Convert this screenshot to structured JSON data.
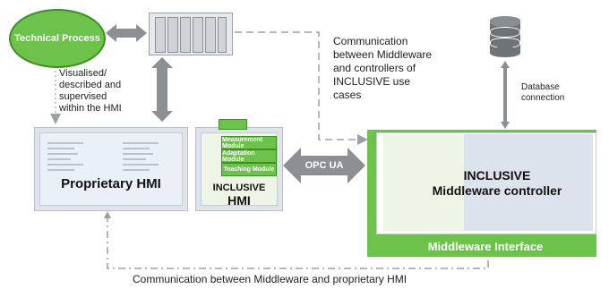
{
  "technical_process": "Technical Process",
  "visualised_note": [
    "Visualised/",
    "described and",
    "supervised",
    "within the HMI"
  ],
  "communication_controllers": [
    "Communication",
    "between Middleware",
    "and controllers of",
    "INCLUSIVE use",
    "cases"
  ],
  "database_connection": [
    "Database",
    "connection"
  ],
  "proprietary_hmi": "Proprietary HMI",
  "inclusive_hmi": [
    "INCLUSIVE",
    "HMI"
  ],
  "modules": [
    "Measurement Module",
    "Adaptation Module",
    "Teaching Module"
  ],
  "opc_ua": "OPC UA",
  "middleware_controller": [
    "INCLUSIVE",
    "Middleware controller"
  ],
  "middleware_interface": "Middleware Interface",
  "bottom_caption": "Communication between Middleware and proprietary HMI",
  "colors": {
    "green": "#6cc24a",
    "green_dark": "#3f8f26",
    "arrow_gray": "#8c8f94",
    "dash_gray": "#9aa0a8"
  }
}
